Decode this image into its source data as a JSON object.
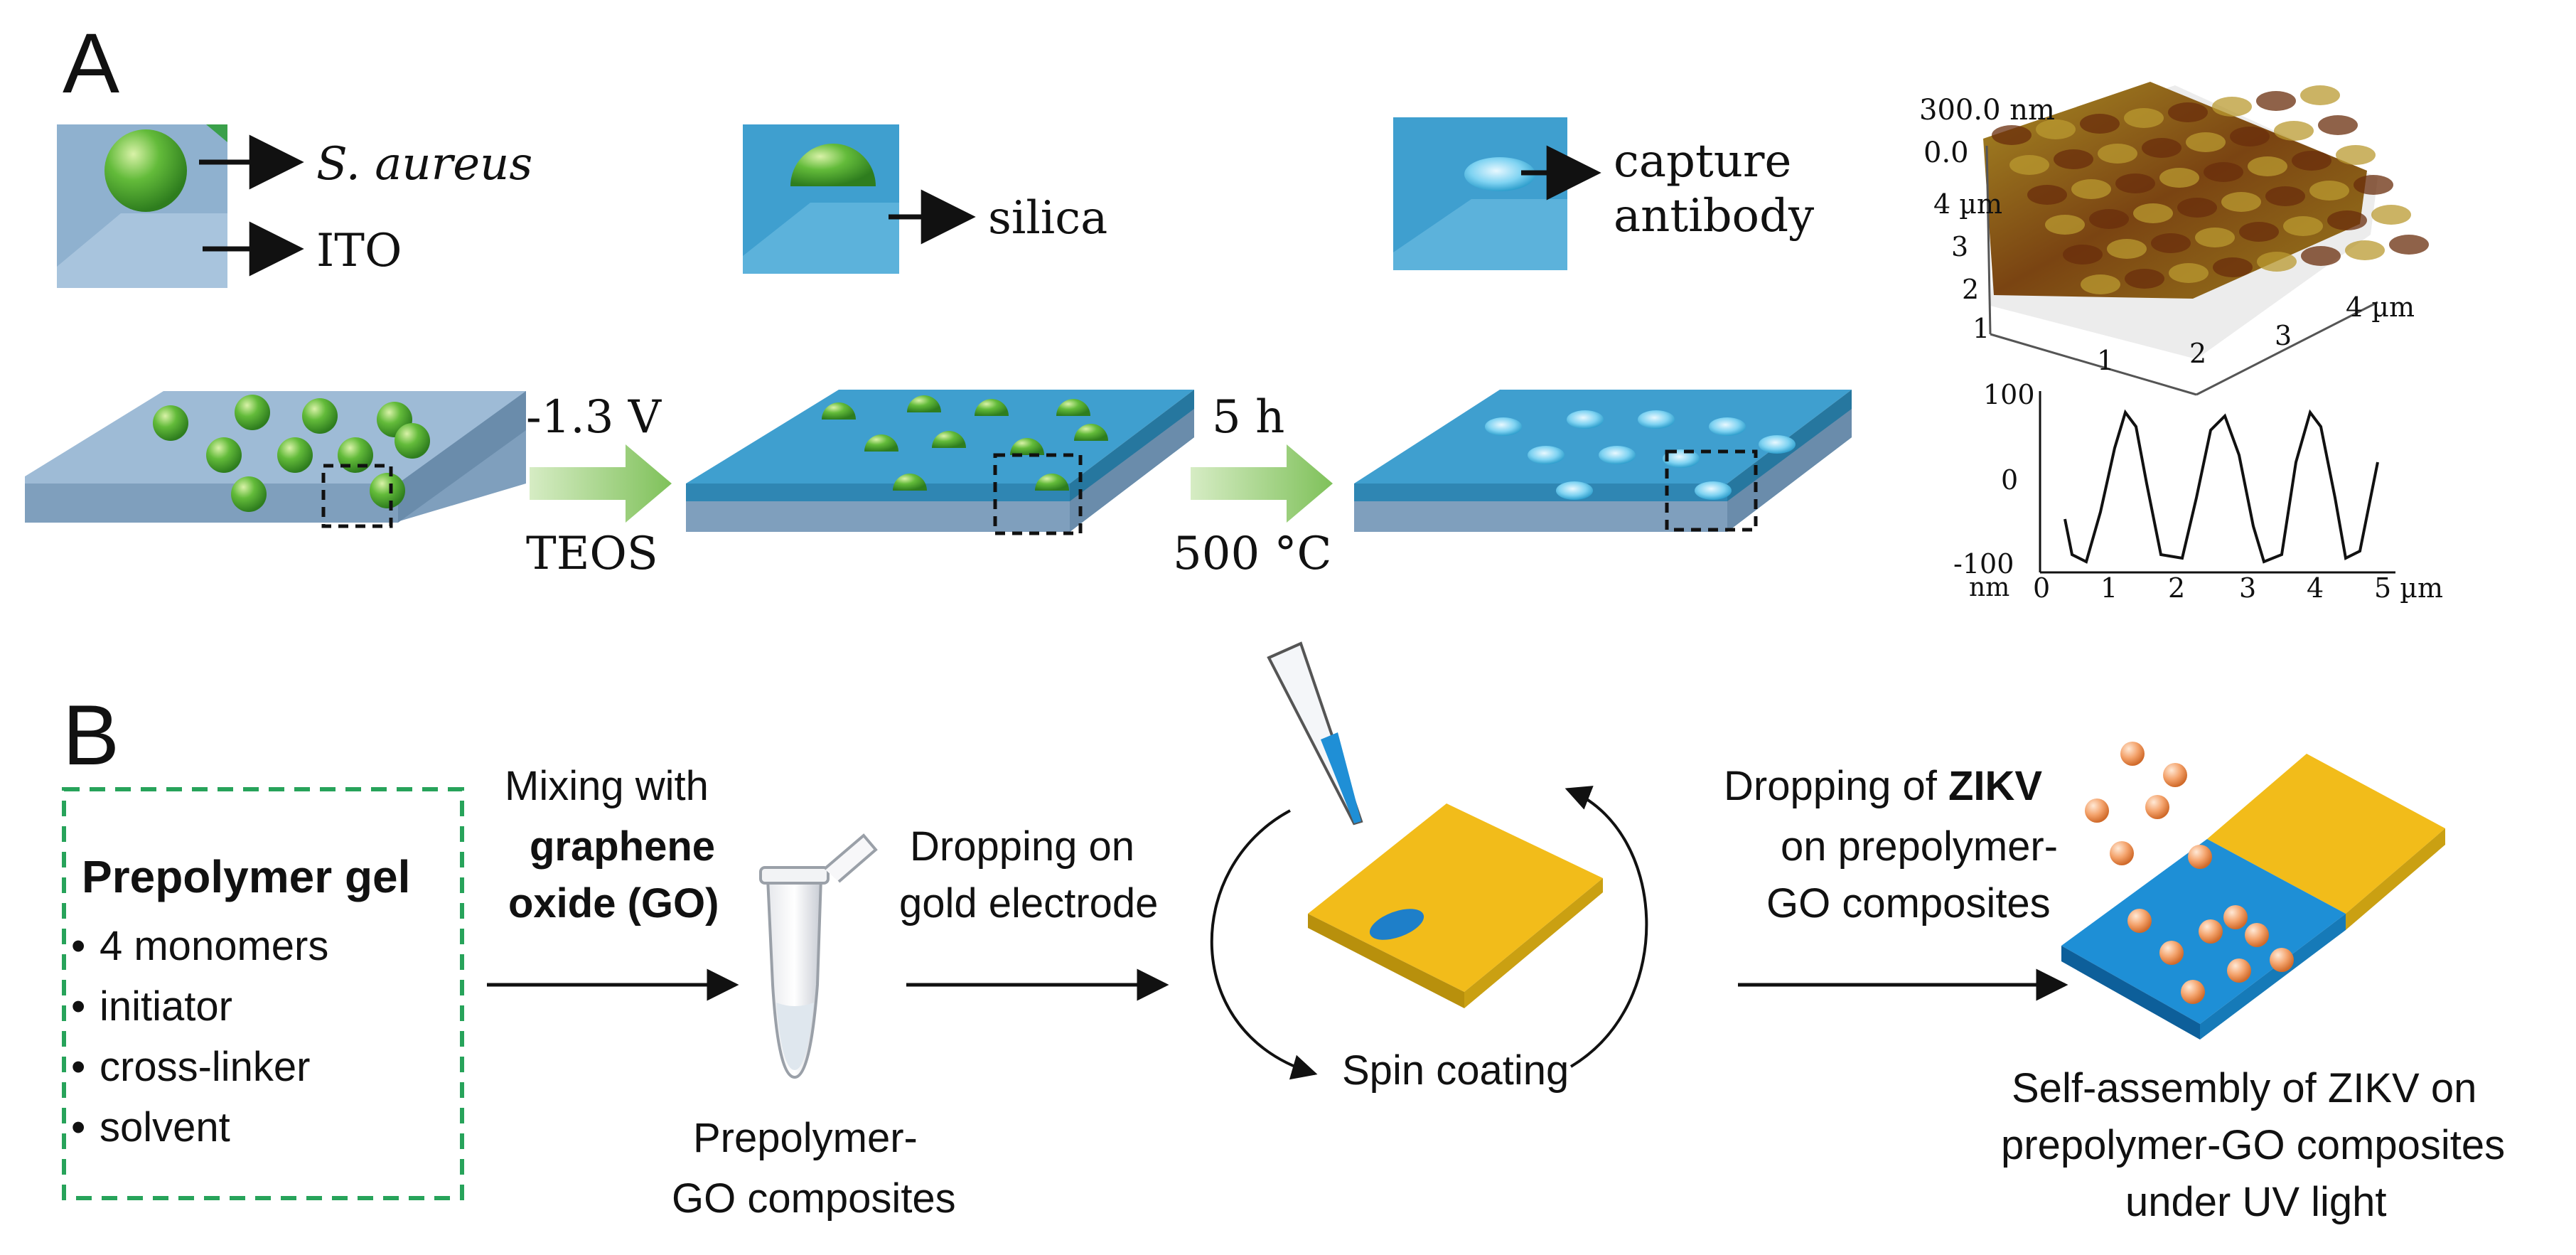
{
  "panel_a": {
    "letter": "A",
    "callouts": {
      "s_aureus": "S. aureus",
      "ito": "ITO",
      "silica": "silica",
      "capture_line1": "capture",
      "capture_line2": "antibody"
    },
    "step1": {
      "top": "-1.3 V",
      "bottom": "TEOS"
    },
    "step2": {
      "top": "5 h",
      "bottom": "500 °C"
    },
    "afm": {
      "z_top": "300.0 nm",
      "z_zero": "0.0",
      "y_ticks": [
        "4 µm",
        "3",
        "2",
        "1"
      ],
      "x_ticks": [
        "1",
        "2",
        "3",
        "4 µm"
      ]
    },
    "profile": {
      "y_ticks": [
        "100",
        "0",
        "-100"
      ],
      "y_unit": "nm",
      "x_ticks": [
        "0",
        "1",
        "2",
        "3",
        "4",
        "5 µm"
      ]
    }
  },
  "panel_b": {
    "letter": "B",
    "box": {
      "title": "Prepolymer  gel",
      "items": [
        "4 monomers",
        "initiator",
        "cross-linker",
        "solvent"
      ]
    },
    "mix": {
      "line1": "Mixing with",
      "line2": "graphene",
      "line3": "oxide (GO)"
    },
    "tube_label": {
      "line1": "Prepolymer-",
      "line2": "GO composites"
    },
    "drop_gold": {
      "line1": "Dropping on",
      "line2": "gold electrode"
    },
    "spin": "Spin coating",
    "drop_zikv": {
      "line1_pre": "Dropping of ",
      "line1_bold": "ZIKV",
      "line2": "on prepolymer-",
      "line3": "GO  composites"
    },
    "result": {
      "line1": "Self-assembly of ZIKV on",
      "line2": "prepolymer-GO composites",
      "line3": "under UV light"
    }
  }
}
